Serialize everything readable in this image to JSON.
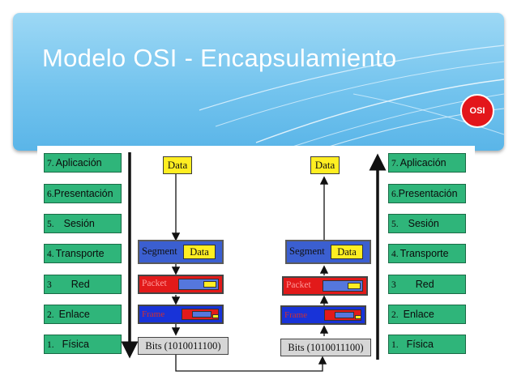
{
  "slide": {
    "title": "Modelo OSI - Encapsulamiento",
    "badge": "OSI"
  },
  "colors": {
    "banner": "#74c4ee",
    "layer_fill": "#2fb57a",
    "data_fill": "#ffee22",
    "segment_fill": "#3b5fd0",
    "packet_fill": "#e21a1a",
    "frame_fill": "#1833d8",
    "bits_fill": "#d6d6d6",
    "badge": "#e3161b"
  },
  "layers_left": [
    {
      "num": "7.",
      "name": "Aplicación"
    },
    {
      "num": "6.",
      "name": "Presentación"
    },
    {
      "num": "5.",
      "name": "Sesión"
    },
    {
      "num": "4.",
      "name": "Transporte"
    },
    {
      "num": "3",
      "name": "Red"
    },
    {
      "num": "2.",
      "name": "Enlace"
    },
    {
      "num": "1.",
      "name": "Física"
    }
  ],
  "layers_right": [
    {
      "num": "7.",
      "name": "Aplicación"
    },
    {
      "num": "6.",
      "name": "Presentación"
    },
    {
      "num": "5.",
      "name": "Sesión"
    },
    {
      "num": "4.",
      "name": "Transporte"
    },
    {
      "num": "3",
      "name": "Red"
    },
    {
      "num": "2.",
      "name": "Enlace"
    },
    {
      "num": "1.",
      "name": "Física"
    }
  ],
  "sender": {
    "data": "Data",
    "segment": "Segment",
    "segment_data": "Data",
    "packet": "Packet",
    "frame": "Frame",
    "bits": "Bits (1010011100)"
  },
  "receiver": {
    "data": "Data",
    "segment": "Segment",
    "segment_data": "Data",
    "packet": "Packet",
    "frame": "Frame",
    "bits": "Bits (1010011100)"
  }
}
